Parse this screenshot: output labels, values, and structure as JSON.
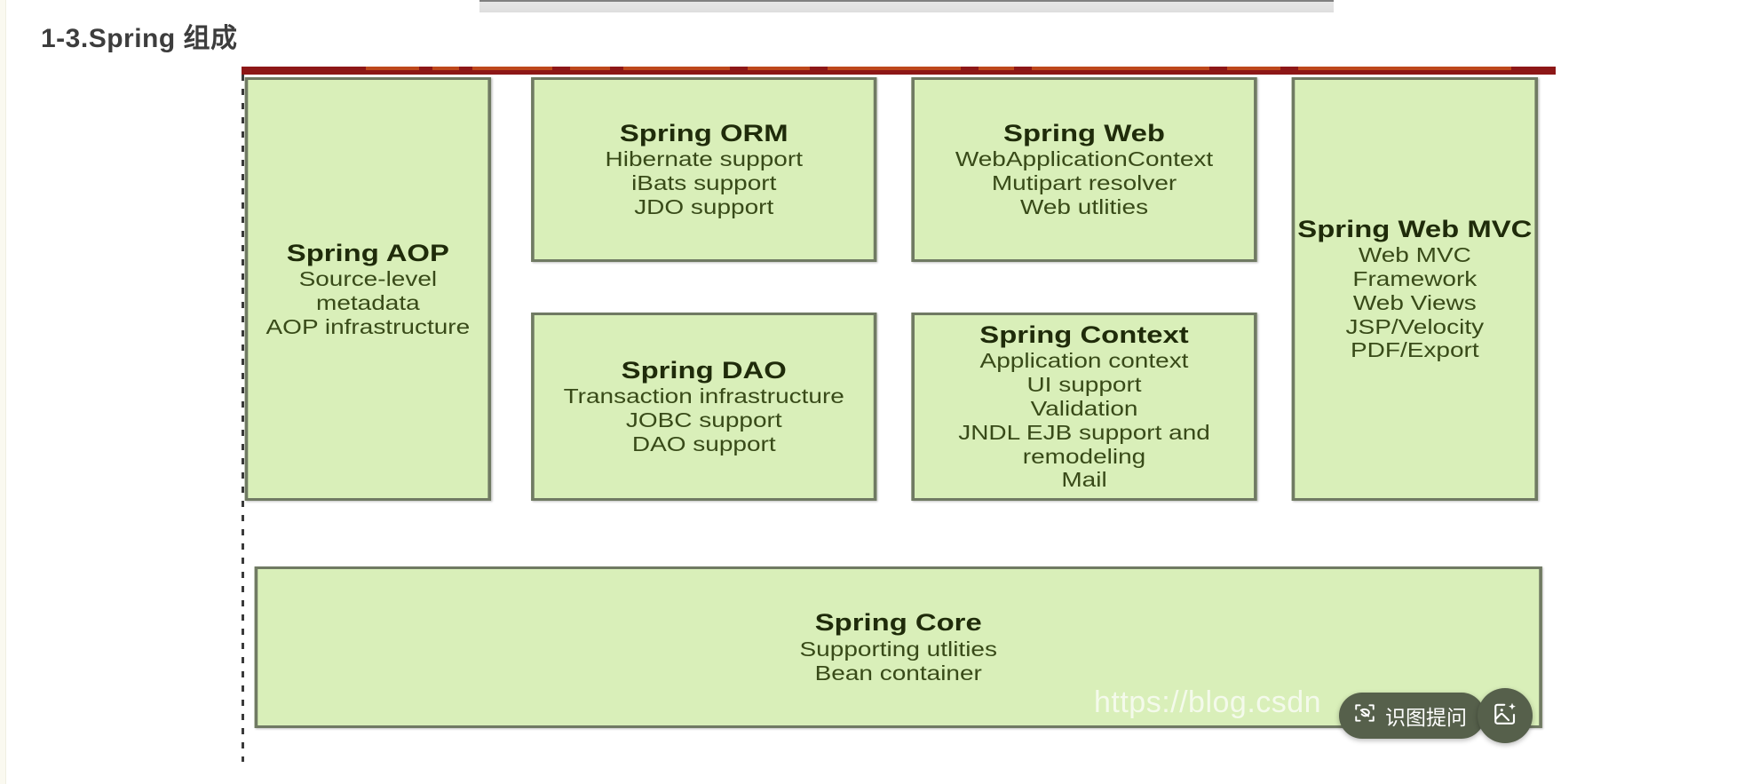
{
  "page": {
    "title": "1-3.Spring 组成",
    "watermark": "https://blog.csdn"
  },
  "diagram": {
    "name": "spring-framework-architecture",
    "fill_color": "#d9efb9",
    "border_color": "#707a63",
    "header_bar_color": "#8d1717",
    "modules": [
      {
        "key": "aop",
        "title": "Spring AOP",
        "lines": [
          "Source-level",
          "metadata",
          "AOP infrastructure"
        ]
      },
      {
        "key": "orm",
        "title": "Spring ORM",
        "lines": [
          "Hibernate support",
          "iBats support",
          "JDO support"
        ]
      },
      {
        "key": "dao",
        "title": "Spring DAO",
        "lines": [
          "Transaction infrastructure",
          "JOBC support",
          "DAO support"
        ]
      },
      {
        "key": "web",
        "title": "Spring Web",
        "lines": [
          "WebApplicationContext",
          "Mutipart resolver",
          "Web utlities"
        ]
      },
      {
        "key": "context",
        "title": "Spring Context",
        "lines": [
          "Application context",
          "UI support",
          "Validation",
          "JNDL EJB support and",
          "remodeling",
          "Mail"
        ]
      },
      {
        "key": "mvc",
        "title": "Spring Web MVC",
        "lines": [
          "Web MVC",
          "Framework",
          "Web Views",
          "JSP/Velocity",
          "PDF/Export"
        ]
      },
      {
        "key": "core",
        "title": "Spring Core",
        "lines": [
          "Supporting utlities",
          "Bean container"
        ]
      }
    ]
  },
  "floating_actions": {
    "ask_label": "识图提问",
    "ask_icon": "scan-image-icon",
    "image_icon": "image-sparkle-icon",
    "background_color": "#56604b"
  }
}
